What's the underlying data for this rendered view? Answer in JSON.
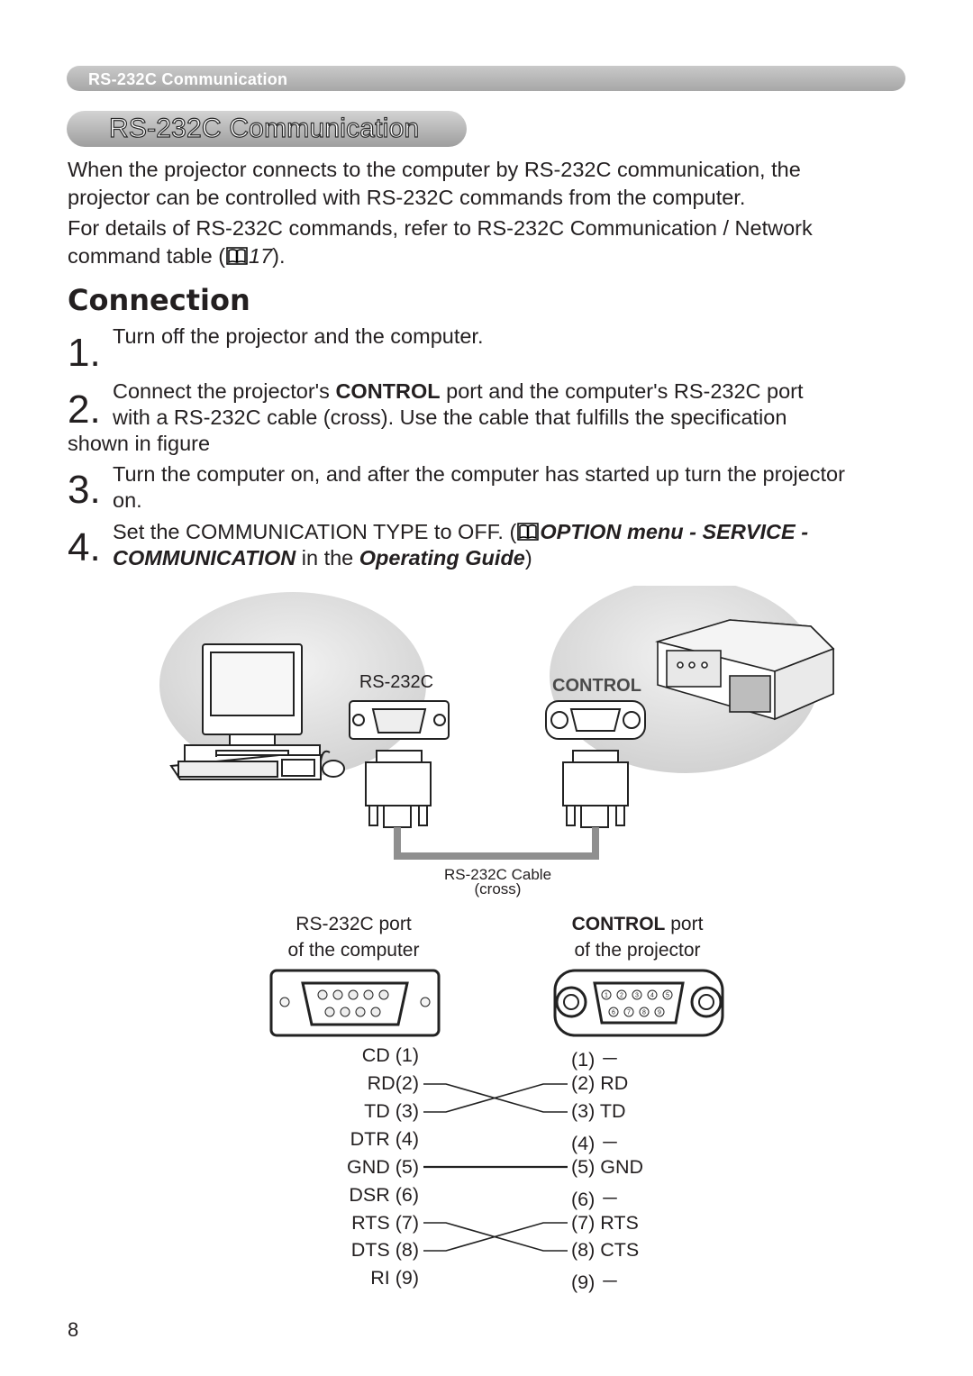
{
  "header": {
    "running_title": "RS-232C Communication"
  },
  "section": {
    "title": "RS-232C Communication"
  },
  "intro": {
    "p1_line1": "When the projector connects to the computer by RS-232C communication, the",
    "p1_line2": "projector can be controlled with RS-232C commands from the computer.",
    "p2_line1": "For details of RS-232C commands, refer to RS-232C Communication / Network",
    "p2_line2_pre": "command table (",
    "p2_ref": "17",
    "p2_line2_post": ")."
  },
  "connection": {
    "heading": "Connection",
    "steps": [
      {
        "num": "1.",
        "line1": "Turn off the projector and the computer."
      },
      {
        "num": "2.",
        "line1_pre": "Connect the projector's ",
        "line1_bold": "CONTROL",
        "line1_post": " port and the computer's RS-232C port",
        "line2": "with a RS-232C cable (cross). Use the cable that fulfills the specification",
        "line3": "shown in figure"
      },
      {
        "num": "3.",
        "line1": "Turn the computer on, and after the computer has started up turn the projector",
        "line2": "on."
      },
      {
        "num": "4.",
        "line1_pre": "Set the COMMUNICATION TYPE to OFF. (",
        "line1_bi": "OPTION menu - SERVICE -",
        "line2_bi": "COMMUNICATION",
        "line2_mid": " in the ",
        "line2_bi2": "Operating Guide",
        "line2_post": ")"
      }
    ]
  },
  "figure": {
    "rs232c_label": "RS-232C",
    "control_label": "CONTROL",
    "cable_label_1": "RS-232C Cable",
    "cable_label_2": "(cross)",
    "computer_port_1": "RS-232C port",
    "computer_port_2": "of the computer",
    "projector_port_bold": "CONTROL",
    "projector_port_rest": " port",
    "projector_port_2": "of the projector"
  },
  "pinout": {
    "computer": [
      "CD (1)",
      "RD(2)",
      "TD (3)",
      "DTR (4)",
      "GND (5)",
      "DSR (6)",
      "RTS (7)",
      "DTS (8)",
      "RI (9)"
    ],
    "projector": [
      "(1) －",
      "(2) RD",
      "(3) TD",
      "(4) －",
      "(5) GND",
      "(6) －",
      "(7) RTS",
      "(8) CTS",
      "(9) －"
    ],
    "pin_numbers": [
      "1",
      "2",
      "3",
      "4",
      "5",
      "6",
      "7",
      "8",
      "9"
    ]
  },
  "footer": {
    "page_number": "8"
  }
}
